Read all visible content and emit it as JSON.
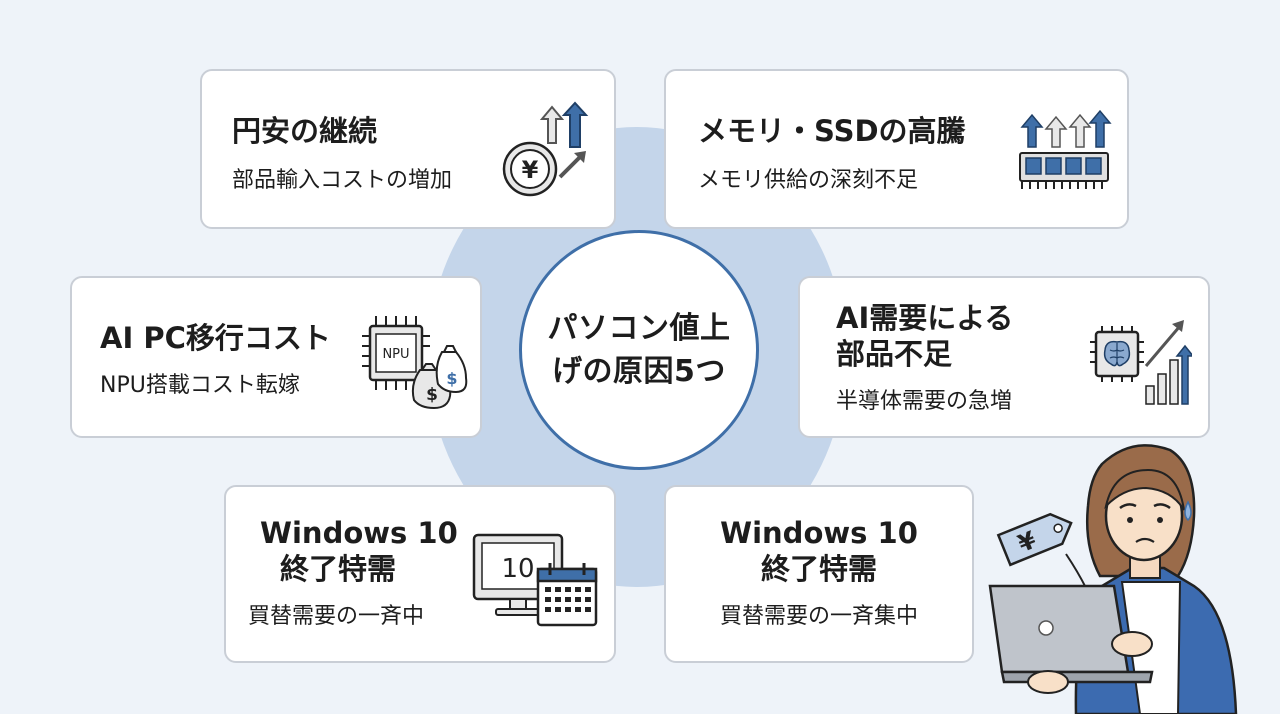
{
  "center": {
    "title": "パソコン値上げの原因5つ"
  },
  "cards": [
    {
      "title": "円安の継続",
      "subtitle": "部品輸入コストの増加",
      "icon": "yen-coin-rising-arrows-icon"
    },
    {
      "title": "メモリ・SSDの高騰",
      "subtitle": "メモリ供給の深刻不足",
      "icon": "memory-module-arrows-icon"
    },
    {
      "title": "AI PC移行コスト",
      "subtitle": "NPU搭載コスト転嫁",
      "icon": "npu-chip-money-bags-icon",
      "chip_label": "NPU"
    },
    {
      "title_line1": "AI需要による",
      "title_line2": "部品不足",
      "subtitle": "半導体需要の急増",
      "icon": "ai-brain-chip-chart-icon"
    },
    {
      "title_line1": "Windows 10",
      "title_line2": "終了特需",
      "subtitle": "買替需要の一斉中",
      "icon": "monitor-calendar-icon",
      "monitor_label": "10"
    },
    {
      "title_line1": "Windows 10",
      "title_line2": "終了特需",
      "subtitle": "買替需要の一斉集中"
    }
  ],
  "illustration": {
    "icon": "worried-woman-laptop-price-tag-icon",
    "tag_symbol": "¥"
  },
  "colors": {
    "accent": "#3f6fa8",
    "halo": "#c4d5ea",
    "background": "#eef3f9",
    "card_border": "#c9ced6"
  }
}
